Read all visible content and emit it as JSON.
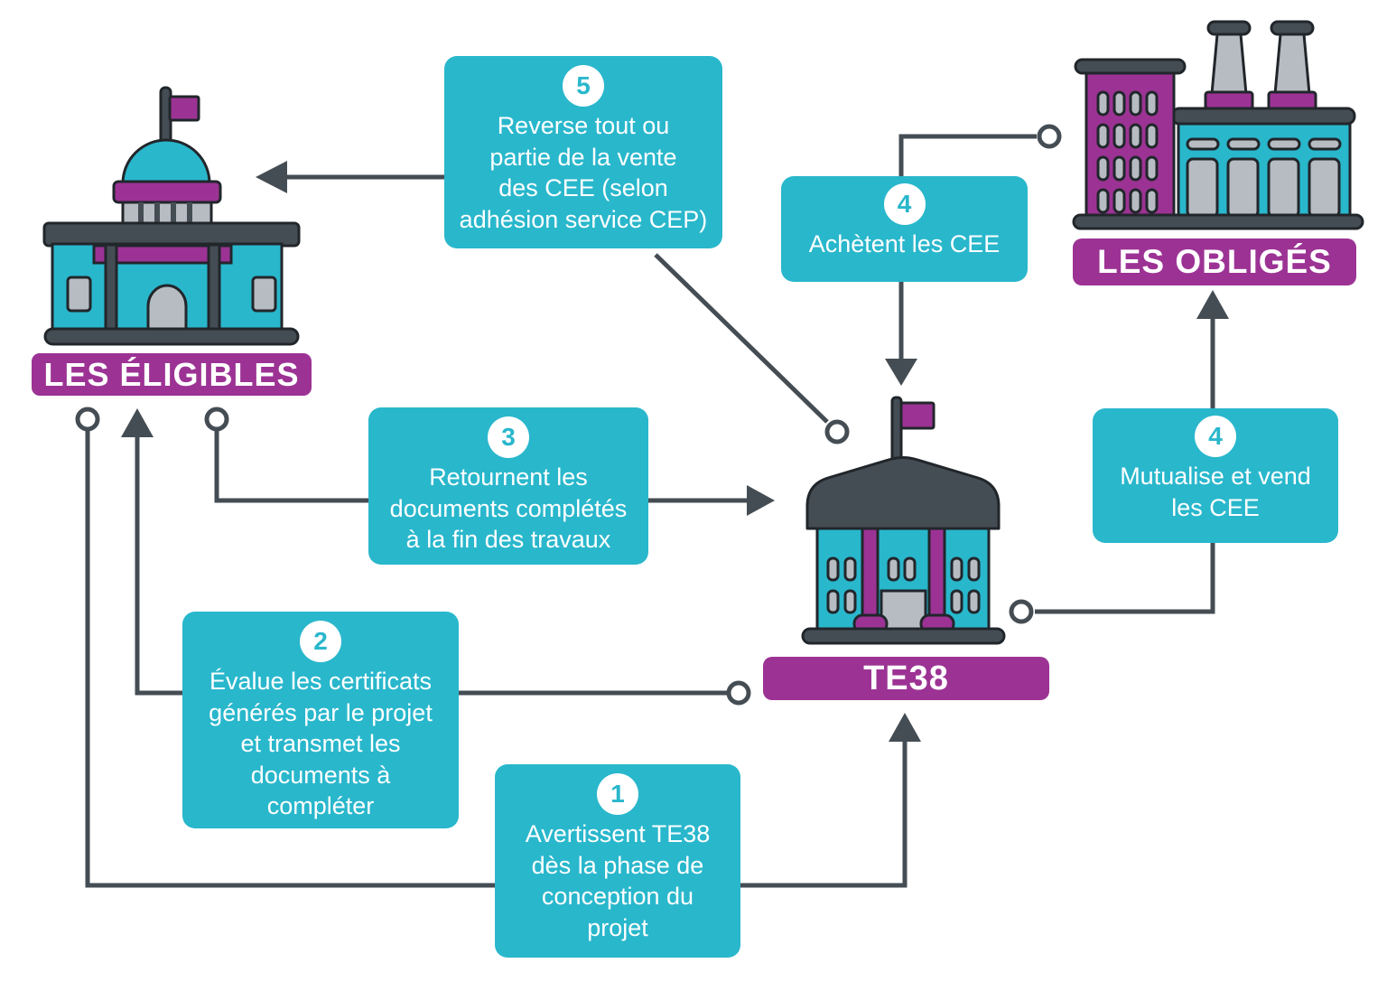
{
  "entities": {
    "eligibles": {
      "label": "LES ÉLIGIBLES",
      "icon": "capitol-building-icon"
    },
    "obliges": {
      "label": "LES OBLIGÉS",
      "icon": "factory-building-icon"
    },
    "te38": {
      "label": "TE38",
      "icon": "bank-building-icon"
    }
  },
  "steps": {
    "step1": {
      "number": "1",
      "label": "Avertissent TE38\ndès la phase de\nconception du\nprojet"
    },
    "step2": {
      "number": "2",
      "label": "Évalue les certificats\ngénérés par le projet\net transmet les\ndocuments à\ncompléter"
    },
    "step3": {
      "number": "3",
      "label": "Retournent les\ndocuments complétés\nà la fin des travaux"
    },
    "step4_sell": {
      "number": "4",
      "label": "Mutualise et vend\nles CEE"
    },
    "step4_buy": {
      "number": "4",
      "label": "Achètent les CEE"
    },
    "step5": {
      "number": "5",
      "label": "Reverse tout ou\npartie de la vente\ndes CEE (selon\nadhésion service CEP)"
    }
  },
  "flows": [
    {
      "step": "1",
      "from": "LES ÉLIGIBLES",
      "to": "TE38"
    },
    {
      "step": "2",
      "from": "TE38",
      "to": "LES ÉLIGIBLES"
    },
    {
      "step": "3",
      "from": "LES ÉLIGIBLES",
      "to": "TE38"
    },
    {
      "step": "4",
      "from": "TE38",
      "to": "LES OBLIGÉS"
    },
    {
      "step": "4",
      "from": "LES OBLIGÉS",
      "to": "TE38"
    },
    {
      "step": "5",
      "from": "TE38",
      "to": "LES ÉLIGIBLES"
    }
  ],
  "palette": {
    "teal": "#29B7CC",
    "purple": "#9C3394",
    "slate": "#454D54",
    "gray": "#B6BCC2",
    "background": "#FFFFFF"
  }
}
